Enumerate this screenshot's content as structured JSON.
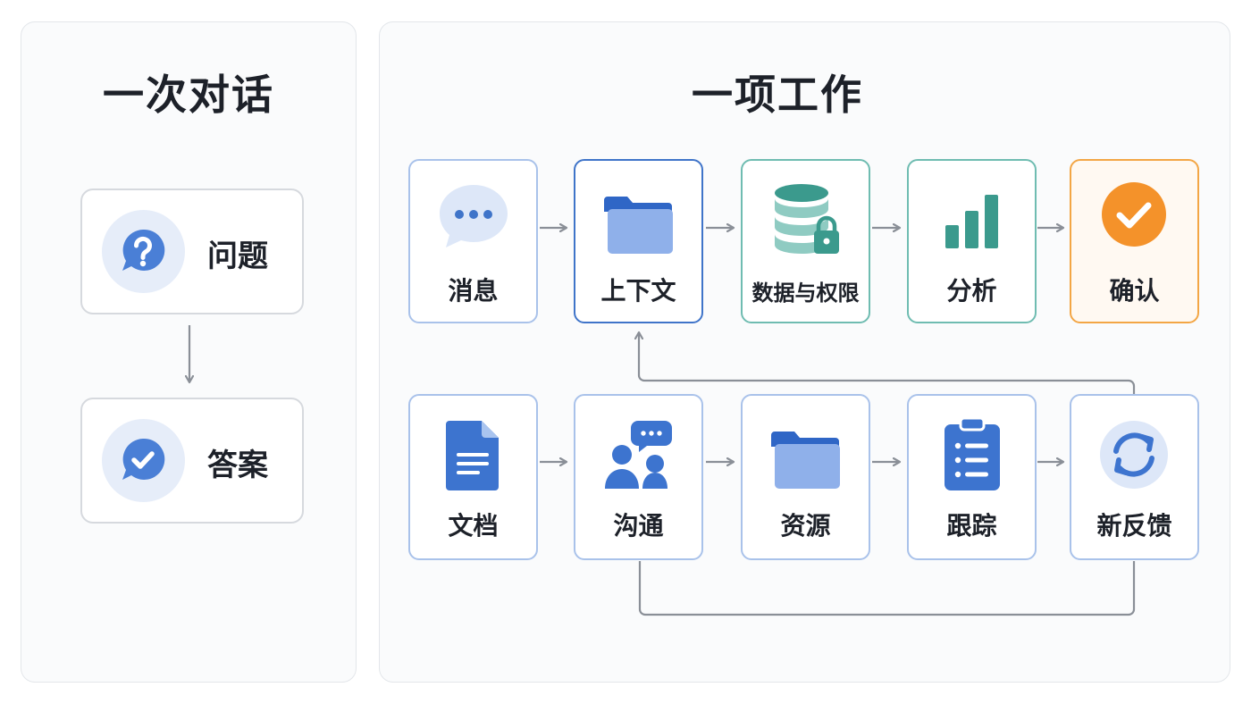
{
  "left": {
    "title": "一次对话",
    "question": {
      "label": "问题",
      "icon": "question-bubble-icon"
    },
    "answer": {
      "label": "答案",
      "icon": "check-bubble-icon"
    }
  },
  "right": {
    "title": "一项工作",
    "row1": [
      {
        "label": "消息",
        "icon": "chat-bubble-icon"
      },
      {
        "label": "上下文",
        "icon": "folder-icon"
      },
      {
        "label": "数据与权限",
        "icon": "database-lock-icon"
      },
      {
        "label": "分析",
        "icon": "bar-chart-icon"
      },
      {
        "label": "确认",
        "icon": "check-circle-icon"
      }
    ],
    "row2": [
      {
        "label": "文档",
        "icon": "document-icon"
      },
      {
        "label": "沟通",
        "icon": "people-chat-icon"
      },
      {
        "label": "资源",
        "icon": "folder-icon"
      },
      {
        "label": "跟踪",
        "icon": "clipboard-icon"
      },
      {
        "label": "新反馈",
        "icon": "refresh-icon"
      }
    ]
  },
  "colors": {
    "blue": "#3f74c9",
    "light_blue": "#e6edf9",
    "teal": "#3b9a8d",
    "orange": "#f4922a",
    "arrow": "#8a8f97"
  }
}
